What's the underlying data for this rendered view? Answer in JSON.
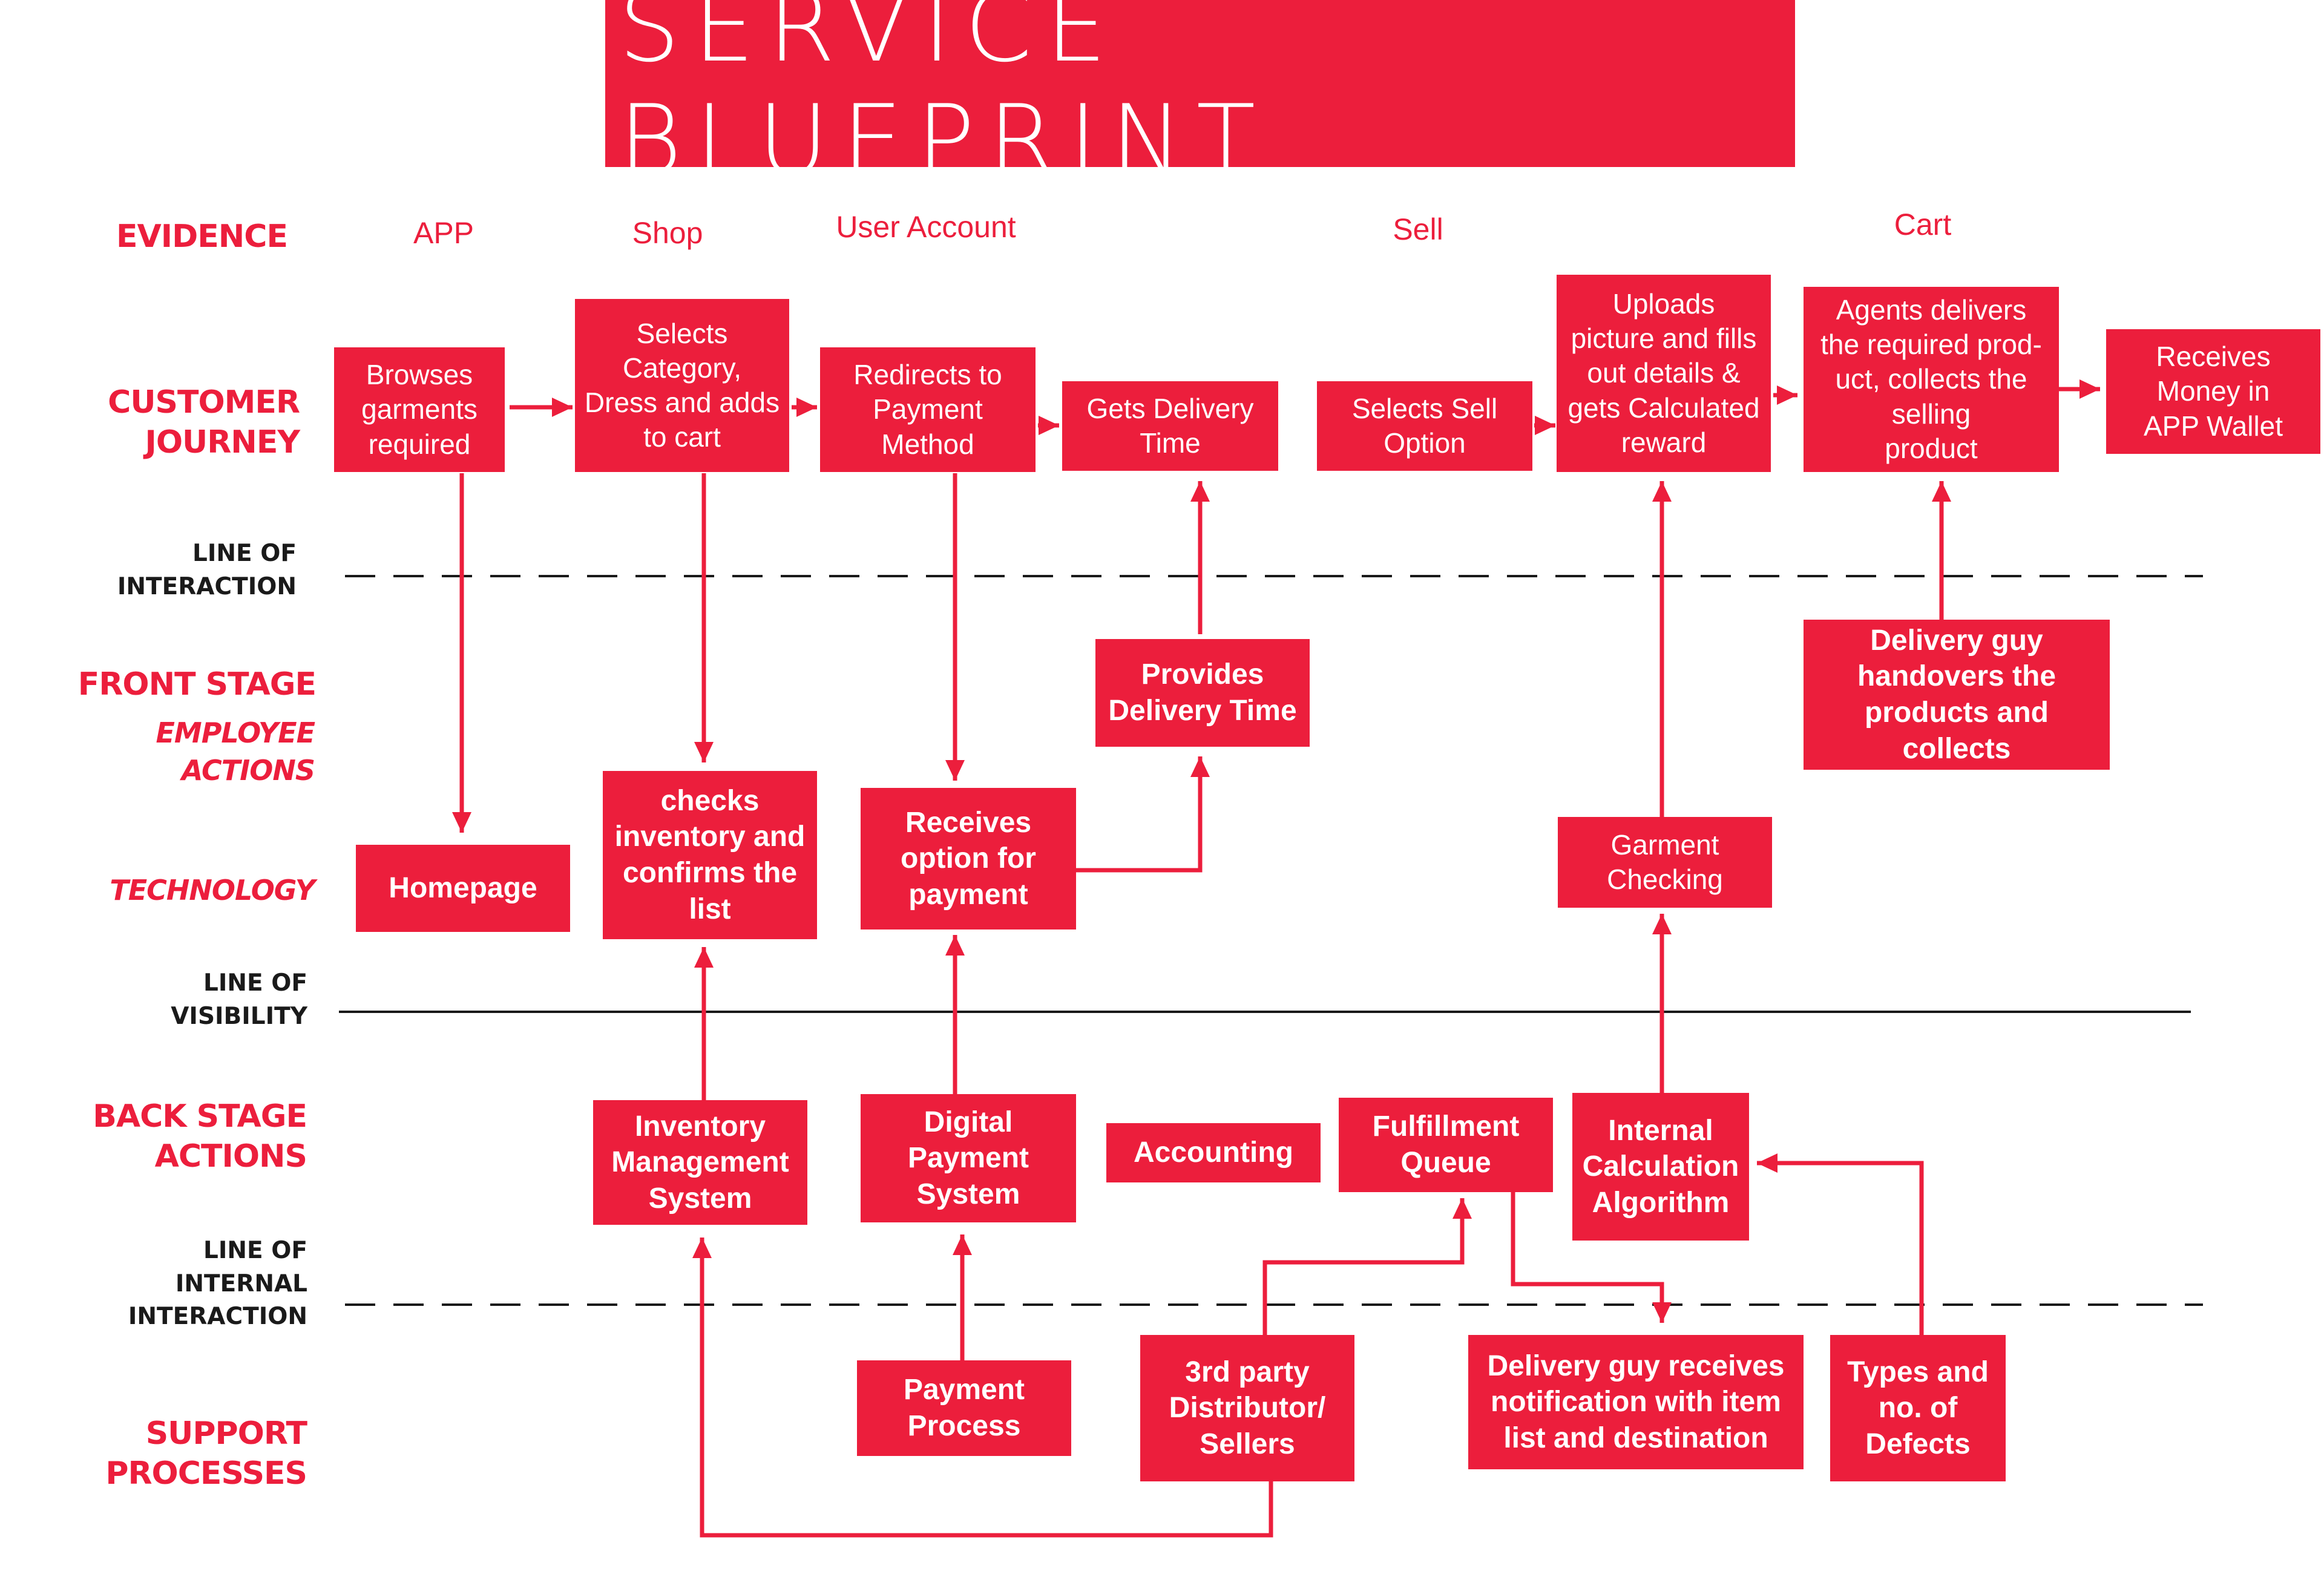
{
  "title": "SERVICE BLUEPRINT",
  "rows": {
    "evidence": "EVIDENCE",
    "customer_journey": [
      "CUSTOMER",
      "JOURNEY"
    ],
    "front_stage": "FRONT STAGE",
    "employee_actions": [
      "EMPLOYEE",
      "ACTIONS"
    ],
    "technology": "TECHNOLOGY",
    "back_stage": [
      "BACK STAGE",
      "ACTIONS"
    ],
    "support": [
      "SUPPORT",
      "PROCESSES"
    ]
  },
  "lines": {
    "interaction": [
      "LINE OF",
      "INTERACTION"
    ],
    "visibility": [
      "LINE OF",
      "VISIBILITY"
    ],
    "internal": [
      "LINE OF",
      "INTERNAL",
      "INTERACTION"
    ]
  },
  "evidence": [
    "APP",
    "Shop",
    "User Account",
    "Sell",
    "Cart"
  ],
  "boxes": {
    "browses": [
      "Browses",
      "garments",
      "required"
    ],
    "selects_category": [
      "Selects",
      "Category,",
      "Dress and adds",
      "to cart"
    ],
    "redirects": [
      "Redirects to",
      "Payment",
      "Method"
    ],
    "gets_delivery": [
      "Gets Delivery",
      "Time"
    ],
    "selects_sell": [
      "Selects Sell",
      "Option"
    ],
    "uploads": [
      "Uploads",
      "picture and fills",
      "out details &",
      "gets Calculated",
      "reward"
    ],
    "agents": [
      "Agents delivers",
      "the required prod-",
      "uct, collects the",
      "selling",
      "product"
    ],
    "receives_money": [
      "Receives",
      "Money in",
      "APP Wallet"
    ],
    "provides_delivery": [
      "Provides",
      "Delivery Time"
    ],
    "delivery_handover": [
      "Delivery guy",
      "handovers the",
      "products and collects"
    ],
    "homepage": [
      "Homepage"
    ],
    "checks_inventory": [
      "checks",
      "inventory and",
      "confirms the",
      "list"
    ],
    "receives_option": [
      "Receives",
      "option for",
      "payment"
    ],
    "garment_checking": [
      "Garment",
      "Checking"
    ],
    "inventory_mgmt": [
      "Inventory",
      "Management",
      "System"
    ],
    "digital_payment": [
      "Digital",
      "Payment",
      "System"
    ],
    "accounting": [
      "Accounting"
    ],
    "fulfillment": [
      "Fulfillment",
      "Queue"
    ],
    "internal_calc": [
      "Internal",
      "Calculation",
      "Algorithm"
    ],
    "payment_process": [
      "Payment",
      "Process"
    ],
    "third_party": [
      "3rd party",
      "Distributor/",
      "Sellers"
    ],
    "delivery_notification": [
      "Delivery guy receives",
      "notification with item",
      "list and destination"
    ],
    "types_defects": [
      "Types and",
      "no. of",
      "Defects"
    ]
  },
  "colors": {
    "accent": "#ec1e3c",
    "line": "#1a1a1a",
    "background": "#ffffff"
  }
}
